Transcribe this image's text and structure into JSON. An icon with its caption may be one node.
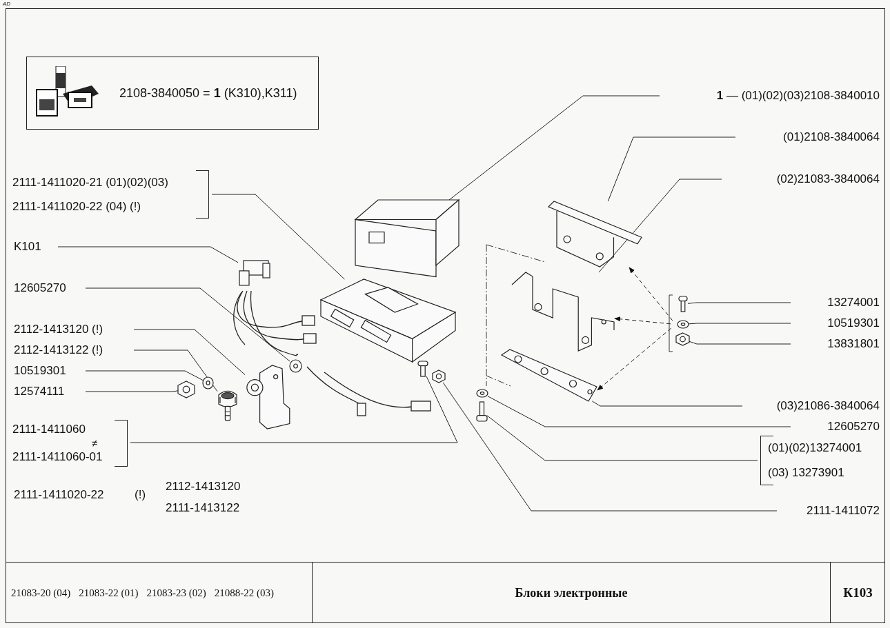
{
  "diagram": {
    "title": "Блоки электронные",
    "nodes": [
      {
        "text": [
          "2108-3840050 = **1** (K310),K311)"
        ]
      },
      {
        "text": [
          "**1** — (01)(02)(03)2108-3840010"
        ]
      },
      {
        "text": [
          "(01)2108-3840064"
        ]
      },
      {
        "text": [
          "(02)21083-3840064"
        ]
      },
      {
        "text": [
          "13274001"
        ]
      },
      {
        "text": [
          "10519301"
        ]
      },
      {
        "text": [
          "13831801"
        ]
      },
      {
        "text": [
          "(03)21086-3840064"
        ]
      },
      {
        "text": [
          "12605270"
        ]
      },
      {
        "text": [
          "(01)(02)13274001",
          "(03) 13273901"
        ]
      },
      {
        "text": [
          "2111-1411072"
        ]
      },
      {
        "text": [
          "2111-1411020-21 (01)(02)(03)",
          "2111-1411020-22 (04) (!)"
        ]
      },
      {
        "text": [
          "K101"
        ]
      },
      {
        "text": [
          "12605270"
        ]
      },
      {
        "text": [
          "2112-1413120 (!)"
        ]
      },
      {
        "text": [
          "2112-1413122 (!)"
        ]
      },
      {
        "text": [
          "10519301"
        ]
      },
      {
        "text": [
          "12574111"
        ]
      },
      {
        "text": [
          "2111-1411060",
          "≠",
          "2111-1411060-01"
        ]
      },
      {
        "text": [],
        "shape": "picture"
      },
      {
        "text": [],
        "shape": "picture"
      },
      {
        "text": [],
        "shape": "picture"
      },
      {
        "text": [],
        "shape": "picture"
      },
      {
        "text": [],
        "shape": "picture"
      },
      {
        "text": [],
        "shape": "picture"
      },
      {
        "text": [],
        "shape": "picture"
      },
      {
        "text": [],
        "shape": "picture"
      },
      {
        "text": [],
        "shape": "picture"
      },
      {
        "text": [],
        "shape": "picture"
      },
      {
        "text": [],
        "shape": "picture"
      },
      {
        "text": [],
        "shape": "picture"
      },
      {
        "text": [],
        "shape": "picture"
      },
      {
        "text": [],
        "shape": "picture"
      },
      {
        "text": [],
        "shape": "picture"
      },
      {
        "text": [],
        "shape": "picture"
      },
      {
        "text": [],
        "shape": "picture"
      },
      {
        "text": [],
        "shape": "picture"
      }
    ],
    "edges": [
      {
        "from": 1,
        "to": 19,
        "arrow": "none"
      },
      {
        "from": 2,
        "to": 20,
        "arrow": "none"
      },
      {
        "from": 3,
        "to": 21,
        "arrow": "none"
      },
      {
        "from": 4,
        "to": 23,
        "arrow": "none"
      },
      {
        "from": 5,
        "to": 24,
        "arrow": "none"
      },
      {
        "from": 6,
        "to": 25,
        "arrow": "none"
      },
      {
        "from": 7,
        "to": 22,
        "arrow": "none"
      },
      {
        "from": 8,
        "to": 26,
        "arrow": "none"
      },
      {
        "from": 9,
        "to": 27,
        "arrow": "none"
      },
      {
        "from": 10,
        "to": 28,
        "arrow": "none"
      },
      {
        "from": 11,
        "to": 29,
        "arrow": "none"
      },
      {
        "from": 12,
        "to": 30,
        "arrow": "none"
      },
      {
        "from": 13,
        "to": 31,
        "arrow": "none"
      },
      {
        "from": 14,
        "to": 32,
        "arrow": "none"
      },
      {
        "from": 15,
        "to": 33,
        "arrow": "none"
      },
      {
        "from": 16,
        "to": 34,
        "arrow": "none"
      },
      {
        "from": 17,
        "to": 35,
        "arrow": "none"
      },
      {
        "from": 18,
        "to": 36,
        "arrow": "none"
      },
      {
        "from": 24,
        "to": 20,
        "arrow": "to",
        "style": "dashed"
      },
      {
        "from": 24,
        "to": 21,
        "arrow": "to",
        "style": "dashed"
      },
      {
        "from": 24,
        "to": 22,
        "arrow": "to",
        "style": "dashed"
      }
    ],
    "labels": [
      "AD",
      "2111-1411020-22",
      "(!)",
      "2112-1413120",
      "2111-1413122",
      "21083-20 (04)",
      "21083-22 (01)",
      "21083-23 (02)",
      "21088-22 (03)",
      "К103"
    ]
  }
}
